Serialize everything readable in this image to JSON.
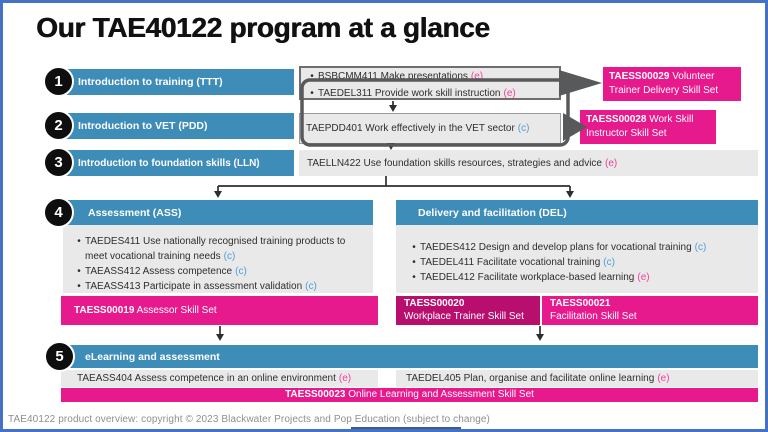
{
  "title": "Our TAE40122 program at a glance",
  "stage1": {
    "number": "1",
    "label": "Introduction to training (TTT)",
    "units": [
      {
        "text": "BSBCMM411 Make presentations",
        "tag": "(e)"
      },
      {
        "text": "TAEDEL311 Provide work skill instruction",
        "tag": "(e)"
      }
    ],
    "skillset": {
      "code": "TAESS00029",
      "name": "Volunteer Trainer Delivery Skill Set"
    }
  },
  "stage2": {
    "number": "2",
    "label": "Introduction to VET (PDD)",
    "unit": {
      "text": "TAEPDD401 Work effectively in the VET sector",
      "tag": "(c)"
    },
    "skillset": {
      "code": "TAESS00028",
      "name": "Work Skill Instructor Skill Set"
    }
  },
  "stage3": {
    "number": "3",
    "label": "Introduction to foundation skills (LLN)",
    "unit": {
      "text": "TAELLN422 Use foundation skills resources, strategies and advice",
      "tag": "(e)"
    }
  },
  "stage4": {
    "number": "4",
    "assessment": {
      "label": "Assessment (ASS)",
      "units": [
        {
          "text": "TAEDES411 Use nationally recognised training products to meet vocational training needs",
          "tag": "(c)"
        },
        {
          "text": "TAEASS412 Assess competence",
          "tag": "(c)"
        },
        {
          "text": "TAEASS413 Participate in assessment validation",
          "tag": "(c)"
        }
      ],
      "skillset": {
        "code": "TAESS00019",
        "name": "Assessor Skill Set"
      }
    },
    "delivery": {
      "label": "Delivery and facilitation (DEL)",
      "units": [
        {
          "text": "TAEDES412 Design and develop plans for vocational training",
          "tag": "(c)"
        },
        {
          "text": "TAEDEL411 Facilitate vocational training",
          "tag": "(c)"
        },
        {
          "text": "TAEDEL412 Facilitate workplace-based learning",
          "tag": "(e)"
        }
      ],
      "skillsets": [
        {
          "code": "TAESS00020",
          "name": "Workplace Trainer Skill Set"
        },
        {
          "code": "TAESS00021",
          "name": "Facilitation Skill Set"
        }
      ]
    }
  },
  "stage5": {
    "number": "5",
    "label": "eLearning and assessment",
    "units": [
      {
        "text": "TAEASS404 Assess competence in an online environment",
        "tag": "(e)"
      },
      {
        "text": "TAEDEL405 Plan, organise and facilitate online learning",
        "tag": "(e)"
      }
    ],
    "skillset": {
      "code": "TAESS00023",
      "name": "Online Learning and Assessment Skill Set"
    }
  },
  "footer": "TAE40122 product overview: copyright © 2023 Blackwater Projects and Pop Education (subject to change)",
  "colors": {
    "bar_blue": "#3E8CB8",
    "pink": "#E61A8D",
    "dark_pink": "#B80F6E",
    "gray_box": "#E9E9E9",
    "slide_border": "#4472C4",
    "tag_elective": "#F0409F",
    "tag_core": "#4FA0D8"
  }
}
